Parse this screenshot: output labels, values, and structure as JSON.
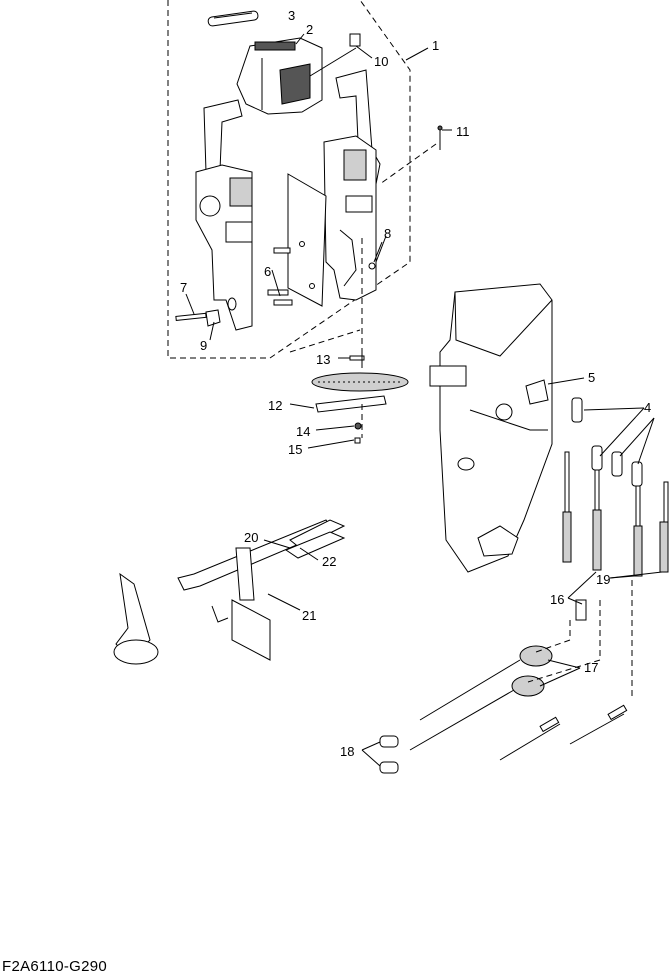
{
  "diagram_code": "F2A6110-G290",
  "callouts": {
    "c1": "1",
    "c2": "2",
    "c3": "3",
    "c4": "4",
    "c5": "5",
    "c6": "6",
    "c7": "7",
    "c8": "8",
    "c9": "9",
    "c10": "10",
    "c11": "11",
    "c12": "12",
    "c13": "13",
    "c14": "14",
    "c15": "15",
    "c16": "16",
    "c17": "17",
    "c18": "18",
    "c19": "19",
    "c20": "20",
    "c21": "21",
    "c22": "22"
  }
}
